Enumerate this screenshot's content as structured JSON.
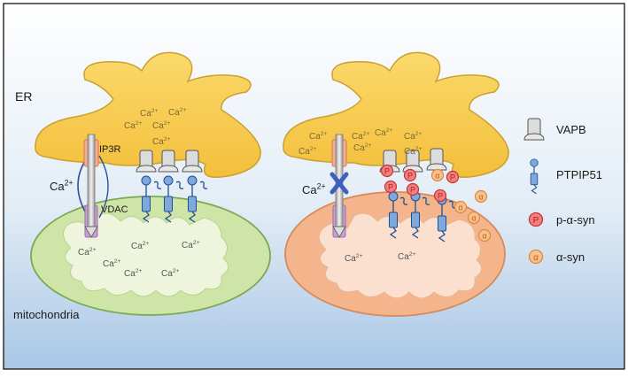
{
  "labels": {
    "er": "ER",
    "mitochondria": "mitochondria",
    "ip3r": "IP3R",
    "vdac": "VDAC"
  },
  "calcium": {
    "base": "Ca",
    "charge": "2+"
  },
  "legend": {
    "vapb": "VAPB",
    "ptpip51": "PTPIP51",
    "p_alpha_syn": "p-α-syn",
    "alpha_syn": "α-syn",
    "p_symbol": "P",
    "alpha_symbol": "α"
  },
  "colors": {
    "er_fill": "#f7c94e",
    "mito_healthy_fill": "#cfe5a8",
    "mito_unhealthy_fill": "#f4b48c",
    "alpha_syn_fill": "#f7c08e",
    "p_alpha_syn_fill": "#f28080",
    "block_mark": "#3f5fbf"
  }
}
